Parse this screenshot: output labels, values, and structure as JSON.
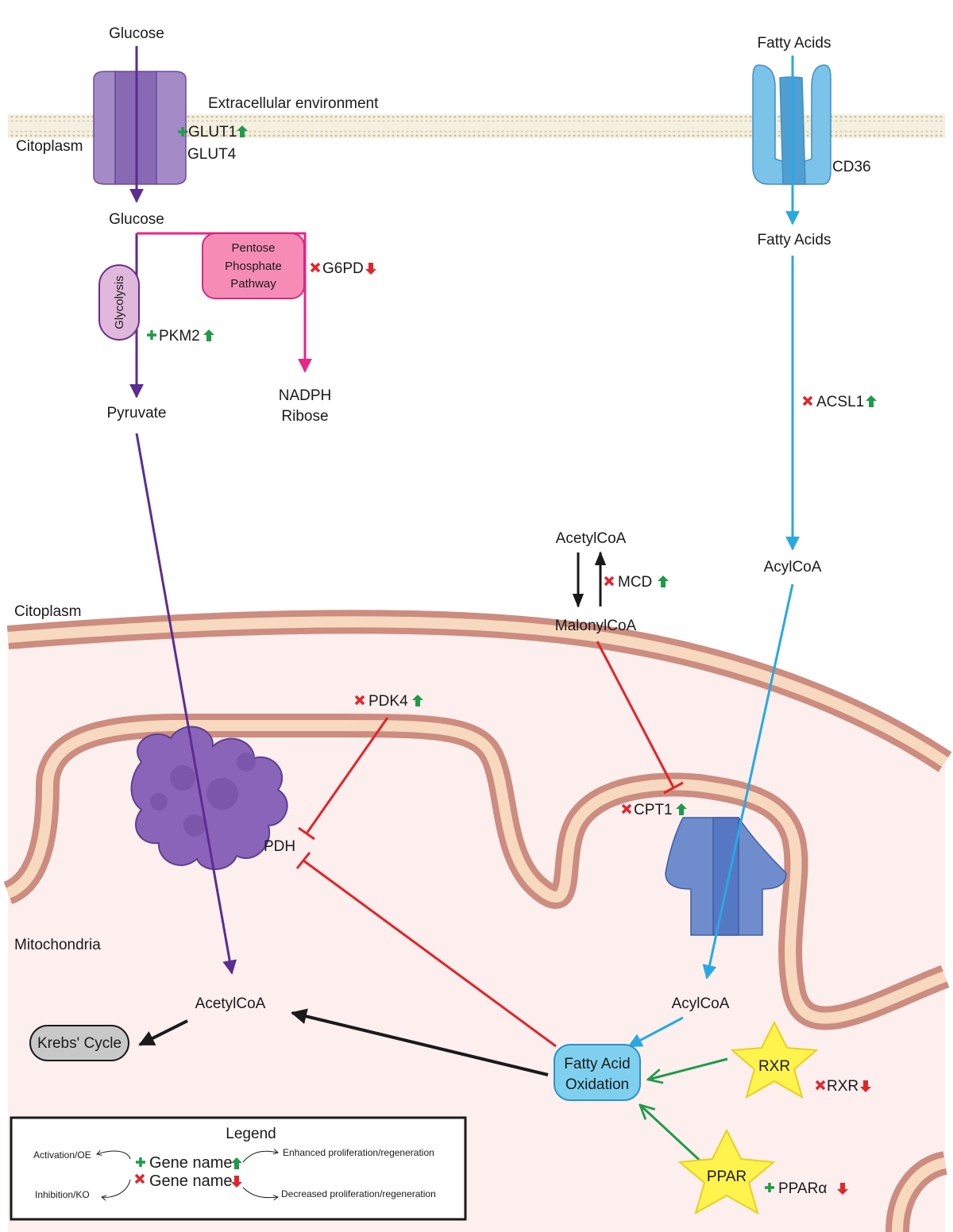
{
  "colors": {
    "glucose_path": "#5a2d91",
    "ppp_path": "#e8268a",
    "fatty_path": "#28a9e1",
    "inhibition": "#e3242b",
    "activation_arrow": "#1f9a4a",
    "green_marker": "#1f9a4a",
    "red_marker": "#e3242b",
    "membrane_outer": "#cc8c80",
    "membrane_inner": "#f7d9bf",
    "mito_fill": "#fcefee"
  },
  "compartments": {
    "extracellular": "Extracellular environment",
    "citoplasm_top": "Citoplasm",
    "citoplasm_mid": "Citoplasm",
    "mitochondria": "Mitochondria"
  },
  "glucose": {
    "outside": "Glucose",
    "inside": "Glucose",
    "transporter_1": "GLUT1",
    "transporter_2": "GLUT4",
    "glycolysis": "Glycolysis",
    "ppp_line1": "Pentose",
    "ppp_line2": "Phosphate",
    "ppp_line3": "Pathway",
    "g6pd": "G6PD",
    "pkm2": "PKM2",
    "pyruvate": "Pyruvate",
    "nadph": "NADPH",
    "ribose": "Ribose"
  },
  "fatty": {
    "outside": "Fatty Acids",
    "inside": "Fatty Acids",
    "transporter": "CD36",
    "acsl1": "ACSL1",
    "acylcoa_cyto": "AcylCoA",
    "acetylcoa_top": "AcetylCoA",
    "malonylcoa": "MalonylCoA",
    "mcd": "MCD",
    "cpt1": "CPT1",
    "acylcoa_mito": "AcylCoA",
    "fao_line1": "Fatty Acid",
    "fao_line2": "Oxidation"
  },
  "mito": {
    "pdk4": "PDK4",
    "pdh": "PDH",
    "acetylcoa": "AcetylCoA",
    "krebs": "Krebs' Cycle"
  },
  "nuclear": {
    "rxr_star": "RXR",
    "rxr_label": "RXR",
    "ppar_star": "PPAR",
    "ppar_label": "PPARα"
  },
  "legend": {
    "title": "Legend",
    "activation": "Activation/OE",
    "inhibition": "Inhibition/KO",
    "gene_name_1": "Gene name",
    "gene_name_2": "Gene name",
    "enhanced": "Enhanced proliferation/regeneration",
    "decreased": "Decreased proliferation/regeneration"
  }
}
